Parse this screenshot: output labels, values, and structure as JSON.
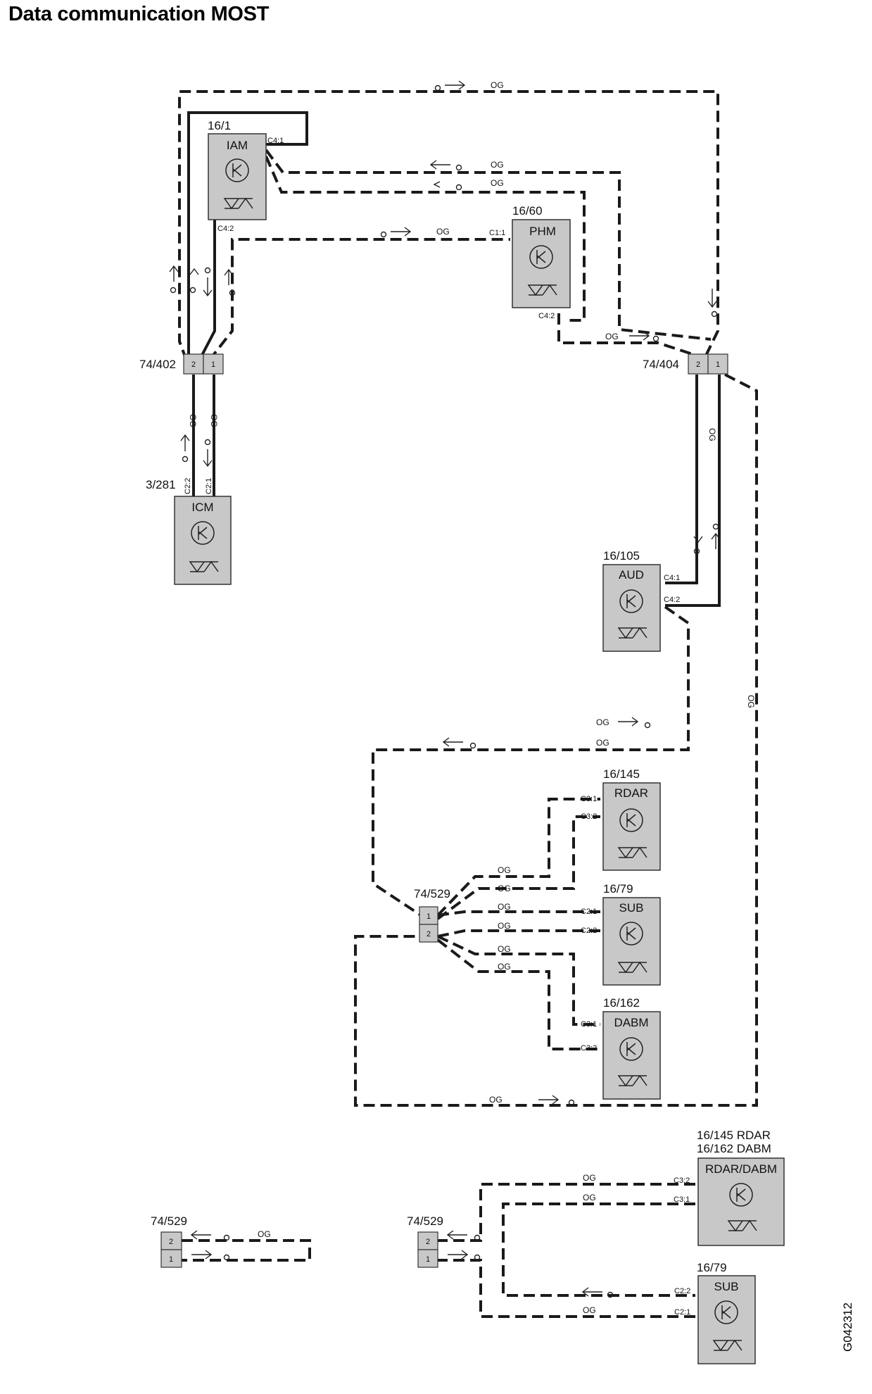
{
  "title": "Data communication MOST",
  "doc_id": "G042312",
  "wire_color": "OG",
  "modules": {
    "iam": {
      "code": "16/1",
      "name": "IAM",
      "pins": [
        "C4:1",
        "C4:2"
      ]
    },
    "phm": {
      "code": "16/60",
      "name": "PHM",
      "pins": [
        "C1:1",
        "C4:2"
      ]
    },
    "icm": {
      "code": "3/281",
      "name": "ICM",
      "pins": [
        "C2:2",
        "C2:1"
      ]
    },
    "aud": {
      "code": "16/105",
      "name": "AUD",
      "pins": [
        "C4:1",
        "C4:2"
      ]
    },
    "rdar": {
      "code": "16/145",
      "name": "RDAR",
      "pins": [
        "C3:1",
        "C3:2"
      ]
    },
    "sub": {
      "code": "16/79",
      "name": "SUB",
      "pins": [
        "C2:1",
        "C2:2"
      ]
    },
    "dabm": {
      "code": "16/162",
      "name": "DABM",
      "pins": [
        "C3:1",
        "C3:2"
      ]
    },
    "rdar_dabm": {
      "code1": "16/145 RDAR",
      "code2": "16/162 DABM",
      "name": "RDAR/DABM",
      "pins": [
        "C3:2",
        "C3:1"
      ]
    },
    "sub2": {
      "code": "16/79",
      "name": "SUB",
      "pins": [
        "C2:2",
        "C2:1"
      ]
    }
  },
  "connectors": {
    "c402": {
      "code": "74/402",
      "pins": [
        "2",
        "1"
      ]
    },
    "c404": {
      "code": "74/404",
      "pins": [
        "2",
        "1"
      ]
    },
    "c529": {
      "code": "74/529",
      "pins": [
        "1",
        "2"
      ]
    },
    "c529b": {
      "code": "74/529",
      "pins": [
        "2",
        "1"
      ]
    },
    "c529c": {
      "code": "74/529",
      "pins": [
        "2",
        "1"
      ]
    }
  }
}
